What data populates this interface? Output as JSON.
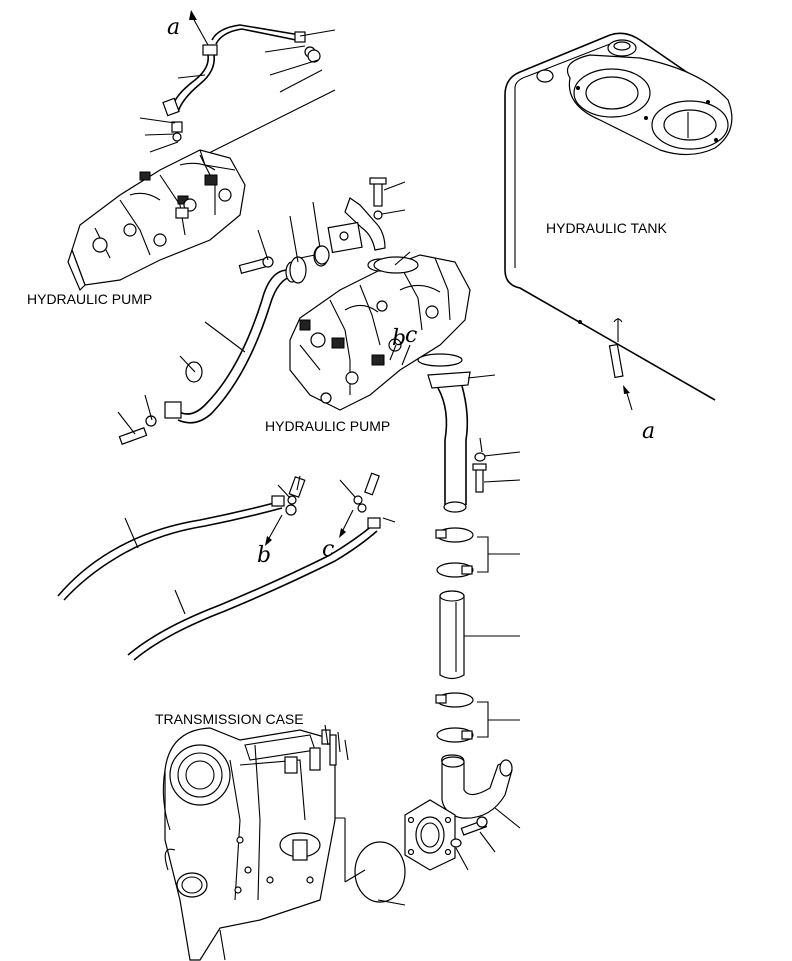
{
  "labels": {
    "hydraulic_pump_left": "HYDRAULIC PUMP",
    "hydraulic_pump_center": "HYDRAULIC PUMP",
    "hydraulic_tank": "HYDRAULIC TANK",
    "transmission_case": "TRANSMISSION CASE"
  },
  "refs": {
    "a_top": "a",
    "a_tank": "a",
    "b_pump": "b",
    "c_pump": "c",
    "b_hose": "b",
    "c_hose": "c"
  }
}
